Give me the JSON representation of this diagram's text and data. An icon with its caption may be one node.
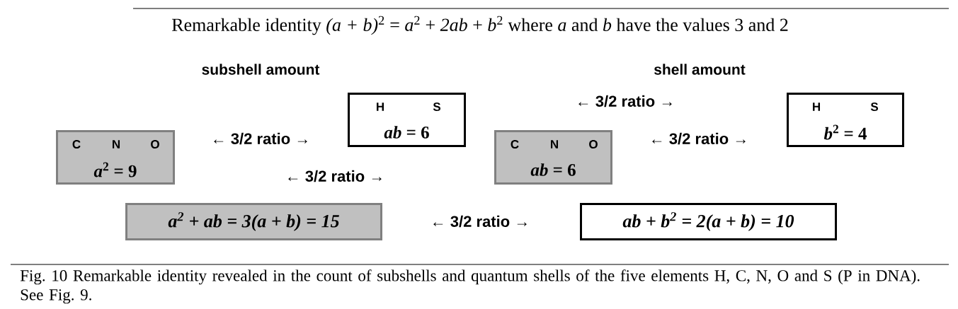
{
  "diagram": {
    "title": "Remarkable identity *(a + b)*$^{2}$ = *a*$^{2}$ + *2ab* + *b*$^{2}$ where *a* and *b* have the values 3 and 2",
    "caption": "Fig. 10 Remarkable identity revealed in the count of subshells and quantum shells of the five elements H, C, N, O and S (P in DNA). See Fig. 9.",
    "nodes": [
      {
        "text": [
          "C",
          "N",
          "O",
          "*a*$^{2}$ = 9"
        ]
      },
      {
        "text": [
          "H",
          "S",
          "*ab* = 6"
        ]
      },
      {
        "text": [
          "C",
          "N",
          "O",
          "*ab* = 6"
        ]
      },
      {
        "text": [
          "H",
          "S",
          "*b*$^{2}$ = 4"
        ]
      },
      {
        "text": [
          "a$^{2}$ + ab = 3(a + b) = 15"
        ]
      },
      {
        "text": [
          "ab + b$^{2}$ = 2(a + b) = 10"
        ]
      }
    ],
    "labels": [
      "subshell amount",
      "shell amount",
      "← 3/2 ratio →",
      "← 3/2 ratio →",
      "← 3/2 ratio →",
      "← 3/2 ratio →",
      "← 3/2 ratio →"
    ]
  }
}
